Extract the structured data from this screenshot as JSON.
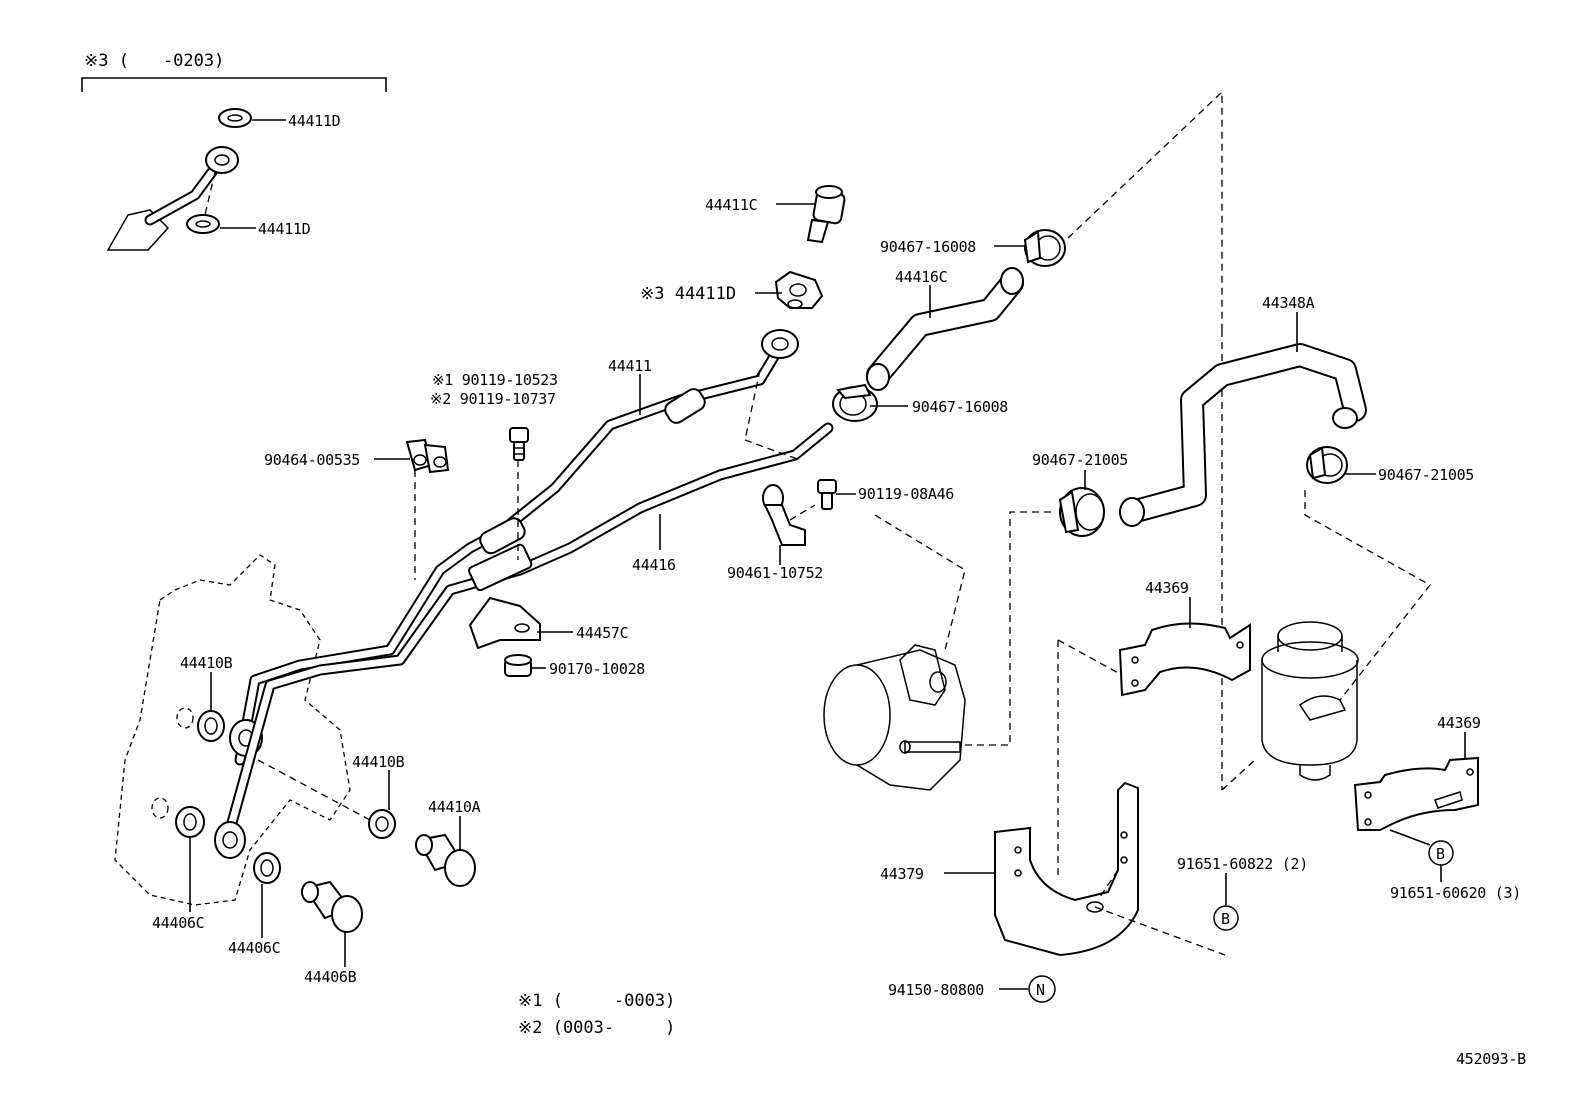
{
  "inset": {
    "title": "※3 (　　-0203)",
    "labels": {
      "washer_top": "44411D",
      "washer_bottom": "44411D"
    }
  },
  "labels": {
    "p44411C": "44411C",
    "p90467_16008_top": "90467-16008",
    "p44416C": "44416C",
    "p44411D": "※3 44411D",
    "p44348A": "44348A",
    "p90119_10523": "※1 90119-10523",
    "p90119_10737": "※2 90119-10737",
    "p44411": "44411",
    "p90467_16008_mid": "90467-16008",
    "p90464_00535": "90464-00535",
    "p90467_21005_left": "90467-21005",
    "p90467_21005_right": "90467-21005",
    "p90119_08A46": "90119-08A46",
    "p44416": "44416",
    "p90461_10752": "90461-10752",
    "p44369_top": "44369",
    "p44457C": "44457C",
    "p90170_10028": "90170-10028",
    "p44410B_top": "44410B",
    "p44369_right": "44369",
    "p44410B_mid": "44410B",
    "p44410A": "44410A",
    "p44379": "44379",
    "p91651_60822": "91651-60822 (2)",
    "p91651_60620": "91651-60620 (3)",
    "p44406C_left": "44406C",
    "p44406C_mid": "44406C",
    "p44406B": "44406B",
    "p94150_80800": "94150-80800"
  },
  "markers": {
    "b_left": "B",
    "b_right": "B",
    "n": "N"
  },
  "notes": {
    "note1": "※1 (　　　-0003)",
    "note2": "※2 (0003-　　　)"
  },
  "diagram_code": "452093-B"
}
